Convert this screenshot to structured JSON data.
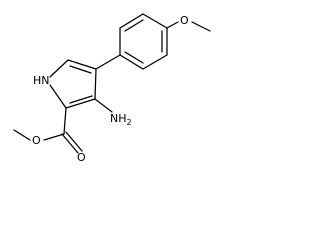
{
  "atoms": {
    "nh": "HN",
    "amine_n": "NH",
    "amine_sub": "2",
    "carbonyl_o": "O",
    "ester_o": "O",
    "ether_o": "O"
  }
}
